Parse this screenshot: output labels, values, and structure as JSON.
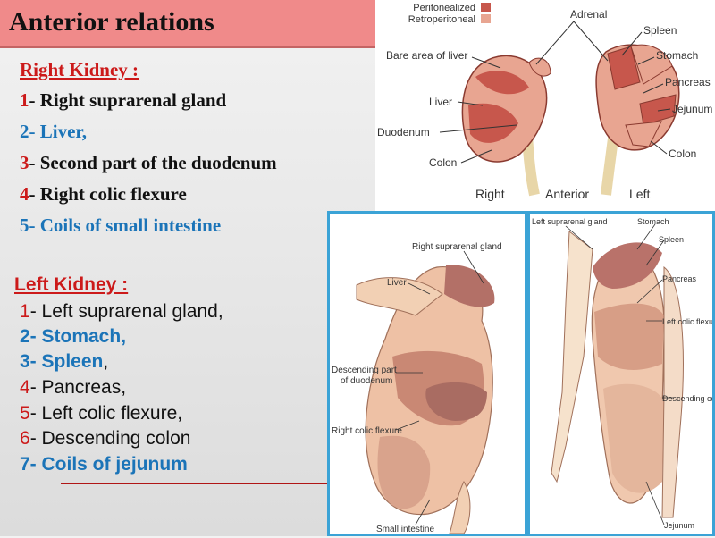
{
  "title": "Anterior relations",
  "right_kidney": {
    "heading": "Right Kidney :",
    "items": [
      {
        "num": "1",
        "text": "- Right suprarenal gland"
      },
      {
        "num": "2- Liver,",
        "text": ""
      },
      {
        "num": "3",
        "text": "- Second  part of the duodenum"
      },
      {
        "num": "4",
        "text": "- Right colic flexure"
      },
      {
        "num": "5- Coils of small intestine",
        "text": ""
      }
    ]
  },
  "left_kidney": {
    "heading": "Left Kidney :",
    "items": [
      {
        "num": "1",
        "text": "- Left suprarenal gland,"
      },
      {
        "num": "2- Stomach,",
        "text": ""
      },
      {
        "num": "3- Spleen",
        "text": ","
      },
      {
        "num": "4",
        "text": "- Pancreas,"
      },
      {
        "num": "5",
        "text": "- Left colic flexure,"
      },
      {
        "num": "6",
        "text": "- Descending colon"
      },
      {
        "num": "7- Coils of jejunum",
        "text": ""
      }
    ]
  },
  "top_diagram": {
    "legend": [
      "Peritonealized",
      "Retroperitoneal"
    ],
    "labels": {
      "adrenal": "Adrenal",
      "bare_area": "Bare area of liver",
      "liver": "Liver",
      "duodenum": "Duodenum",
      "colon_r": "Colon",
      "spleen": "Spleen",
      "stomach": "Stomach",
      "pancreas": "Pancreas",
      "jejunum": "Jejunum",
      "colon_l": "Colon",
      "right": "Right",
      "anterior": "Anterior",
      "left": "Left"
    }
  },
  "right_panel": {
    "labels": {
      "suprarenal": "Right suprarenal gland",
      "liver": "Liver",
      "desc1": "Descending part",
      "desc2": "of duodenum",
      "colic": "Right colic flexure",
      "small": "Small intestine"
    }
  },
  "left_panel": {
    "labels": {
      "suprarenal": "Left suprarenal gland",
      "stomach": "Stomach",
      "spleen": "Spleen",
      "pancreas": "Pancreas",
      "colic": "Left colic flexure",
      "desc": "Descending colon",
      "jejunum": "Jejunum"
    }
  },
  "colors": {
    "title_bg": "#f08a8a",
    "red": "#cc1a1a",
    "blue": "#1b74b8",
    "panel_border": "#3ba3d6"
  }
}
